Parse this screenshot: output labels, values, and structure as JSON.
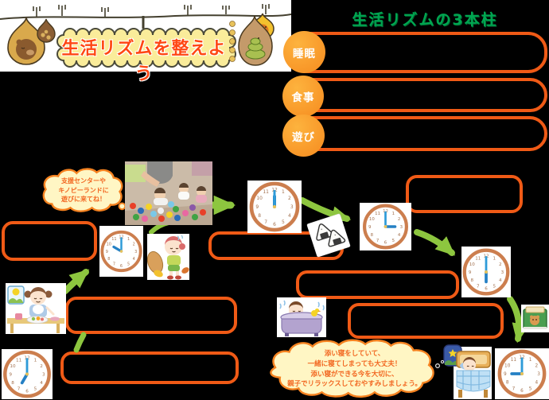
{
  "banner": {
    "title": "生活リズムを整えよう"
  },
  "pillars": {
    "title": "生活リズムの3本柱",
    "items": [
      {
        "label": "睡眠"
      },
      {
        "label": "食事"
      },
      {
        "label": "遊び"
      }
    ]
  },
  "thought_bubble": {
    "lines": [
      "支援センターや",
      "キノピーランドに",
      "遊びに来てね！"
    ]
  },
  "sleep_bubble": {
    "lines": [
      "添い寝をしていて、",
      "一緒に寝てしまっても大丈夫！",
      "添い寝ができる今を大切に、",
      "親子でリラックスしておやすみしましょう。"
    ]
  },
  "clocks": [
    {
      "name": "clock-breakfast",
      "time": "7:00",
      "hour": 7,
      "minute": 0
    },
    {
      "name": "clock-morning-play",
      "time": "10:00",
      "hour": 10,
      "minute": 0
    },
    {
      "name": "clock-lunch",
      "time": "12:00",
      "hour": 12,
      "minute": 0
    },
    {
      "name": "clock-afternoon",
      "time": "3:00",
      "hour": 3,
      "minute": 0
    },
    {
      "name": "clock-evening",
      "time": "6:00",
      "hour": 6,
      "minute": 0
    },
    {
      "name": "clock-bedtime",
      "time": "9:00",
      "hour": 9,
      "minute": 0
    }
  ],
  "illustrations": [
    "sleeping-animals-in-gourds-banner",
    "children-playing-balls-photo",
    "girl-eating-breakfast",
    "child-with-autumn-leaves",
    "rice-balls",
    "baby-in-bath",
    "child-sleeping-in-bed",
    "picture-book"
  ],
  "colors": {
    "background": "#000000",
    "box_border_orange": "#F05A16",
    "pillar_circle_orange": "#F68B1F",
    "title_green": "#00A651",
    "banner_text_red": "#FF4713",
    "banner_box_yellow": "#FAEC9A",
    "arrow_green": "#8DC63F",
    "clock_rim": "#CC7E4E",
    "clock_hands_blue": "#2580C4",
    "bubble_fill": "#FFF6C4",
    "bubble_border": "#F58220",
    "bubble_text": "#F26822"
  }
}
